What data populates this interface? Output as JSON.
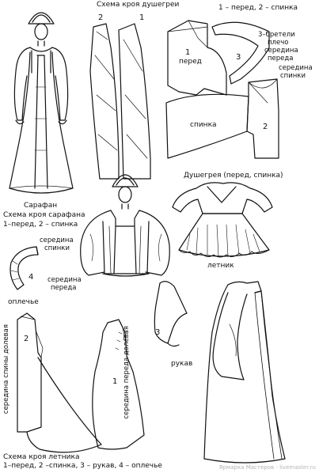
{
  "labels": {
    "dushegreya_scheme_title": "Схема кроя душегреи",
    "dushegreya_parts": "1 – перед, 2 – спинка",
    "straps": "3–бретели",
    "shoulder": "плечо",
    "front_middle_top": "середина",
    "front_middle_bottom": "переда",
    "back_middle_top": "середина",
    "back_middle_bottom": "спинки",
    "front_word": "перед",
    "back_word": "спинка",
    "sarafan": "Сарафан",
    "sarafan_scheme_title": "Схема кроя сарафана",
    "sarafan_parts": "1–перед, 2 – спинка",
    "dushegreya_caption": "Душегрея (перед, спинка)",
    "letnik": "летник",
    "collar_back_top": "середина",
    "collar_back_bottom": "спинки",
    "collar_front_top": "середина",
    "collar_front_bottom": "переда",
    "oplechye": "оплечье",
    "rukav": "рукав",
    "back_grain": "середина спины долевая",
    "front_grain": "середина переда долевая",
    "letnik_scheme_title": "Схема кроя летника",
    "letnik_parts": "1–перед, 2 –спинка, 3 – рукав, 4 – оплечье",
    "watermark": "Ярмарка Мастеров - livemaster.ru",
    "n1": "1",
    "n2": "2",
    "n3": "3",
    "n4": "4"
  }
}
